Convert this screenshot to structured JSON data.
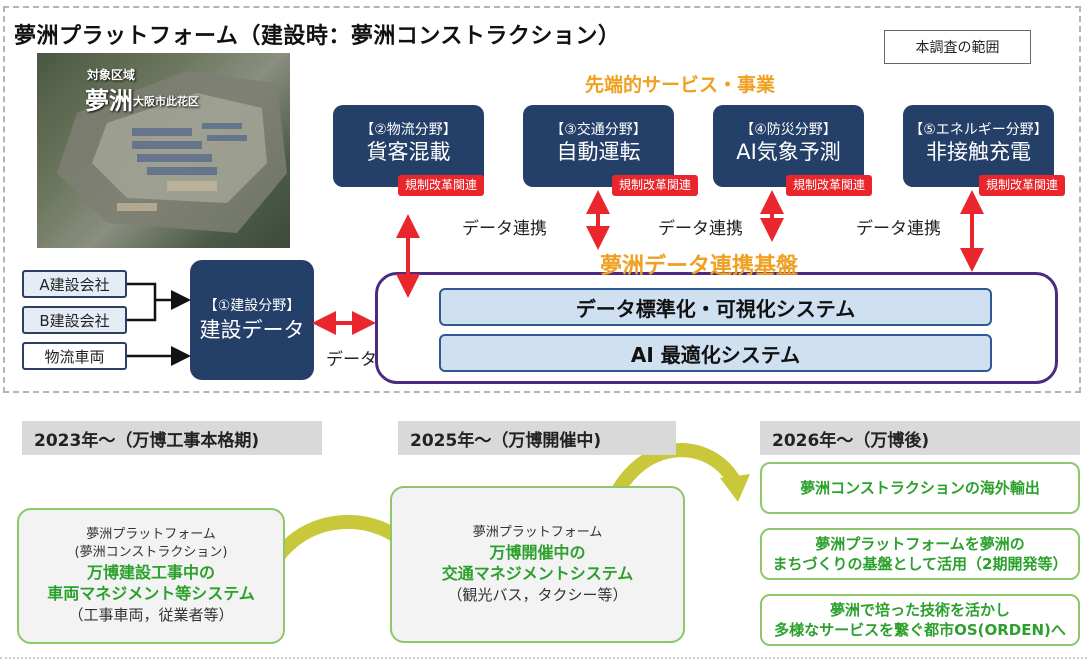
{
  "title": "夢洲プラットフォーム（建設時：夢洲コンストラクション）",
  "scope_label": "本調査の範囲",
  "aerial": {
    "area_label": "対象区域",
    "area_name": "夢洲",
    "area_city": "大阪市此花区"
  },
  "services_title": "先端的サービス・事業",
  "services": [
    {
      "category": "【②物流分野】",
      "name": "貨客混載",
      "badge": "規制改革関連"
    },
    {
      "category": "【③交通分野】",
      "name": "自動運転",
      "badge": "規制改革関連"
    },
    {
      "category": "【④防災分野】",
      "name": "AI気象予測",
      "badge": "規制改革関連"
    },
    {
      "category": "【⑤エネルギー分野】",
      "name": "非接触充電",
      "badge": "規制改革関連"
    }
  ],
  "data_link_label": "データ連携",
  "platform": {
    "title": "夢洲データ連携基盤",
    "systems": [
      "データ標準化・可視化システム",
      "AI 最適化システム"
    ]
  },
  "sources": [
    "A建設会社",
    "B建設会社",
    "物流車両"
  ],
  "construction": {
    "category": "【①建設分野】",
    "name": "建設データ"
  },
  "phases": [
    {
      "header": "2023年～（万博工事本格期)",
      "small_lines": [
        "夢洲プラットフォーム",
        "(夢洲コンストラクション)"
      ],
      "green_lines": [
        "万博建設工事中の",
        "車両マネジメント等システム"
      ],
      "plain_lines": [
        "（工事車両，従業者等）"
      ]
    },
    {
      "header": "2025年～（万博開催中)",
      "small_lines": [
        "夢洲プラットフォーム"
      ],
      "green_lines": [
        "万博開催中の",
        "交通マネジメントシステム"
      ],
      "plain_lines": [
        "（観光バス，タクシー等）"
      ]
    },
    {
      "header": "2026年～（万博後)",
      "items": [
        [
          "夢洲コンストラクションの海外輸出"
        ],
        [
          "夢洲プラットフォームを夢洲の",
          "まちづくりの基盤として活用（2期開発等）"
        ],
        [
          "夢洲で培った技術を活かし",
          "多様なサービスを繋ぐ都市OS(ORDEN)へ"
        ]
      ]
    }
  ],
  "colors": {
    "navy": "#243f68",
    "red": "#e8262b",
    "orange": "#f0a020",
    "purple": "#4b2a80",
    "green": "#2ca02c",
    "olive_arrow": "#c8c83a"
  }
}
